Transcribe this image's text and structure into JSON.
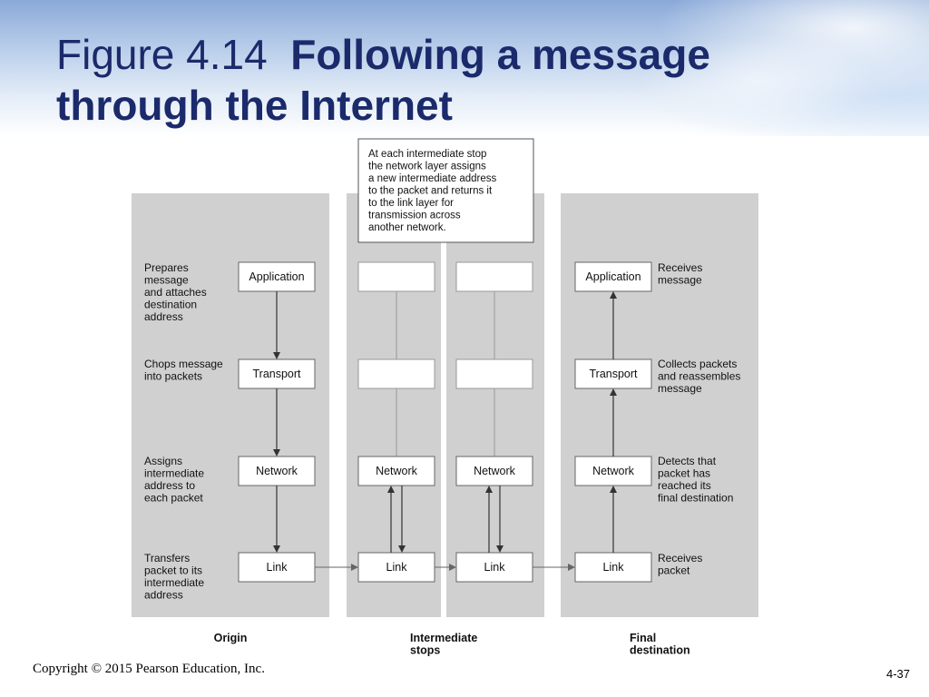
{
  "slide": {
    "title_prefix": "Figure 4.14",
    "title_main": "Following a message through the Internet",
    "copyright": "Copyright © 2015 Pearson Education, Inc.",
    "page_number": "4-37"
  },
  "diagram": {
    "callout": [
      "At each intermediate stop",
      "the network layer assigns",
      "a new intermediate address",
      "to the packet and returns it",
      "to the link layer for",
      "transmission across",
      "another network."
    ],
    "layers": [
      "Application",
      "Transport",
      "Network",
      "Link"
    ],
    "origin_notes": [
      [
        "Prepares",
        "message",
        "and attaches",
        "destination",
        "address"
      ],
      [
        "Chops message",
        "into packets"
      ],
      [
        "Assigns",
        "intermediate",
        "address to",
        "each packet"
      ],
      [
        "Transfers",
        "packet to its",
        "intermediate",
        "address"
      ]
    ],
    "destination_notes": [
      [
        "Receives",
        "message"
      ],
      [
        "Collects packets",
        "and reassembles",
        "message"
      ],
      [
        "Detects that",
        "packet has",
        "reached its",
        "final destination"
      ],
      [
        "Receives",
        "packet"
      ]
    ],
    "column_labels": {
      "origin": [
        "Origin"
      ],
      "intermediate": [
        "Intermediate",
        "stops"
      ],
      "final": [
        "Final",
        "destination"
      ]
    }
  }
}
